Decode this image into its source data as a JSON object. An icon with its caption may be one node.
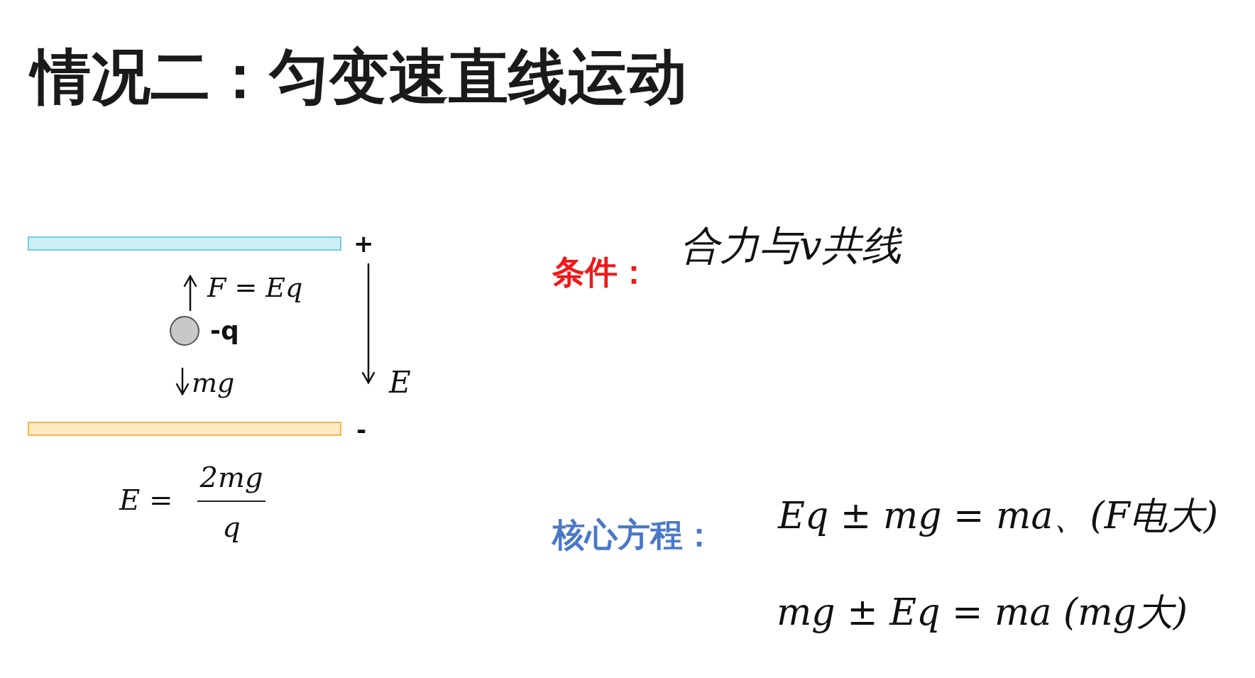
{
  "diagram": {
    "title": "情况二：匀变速直线运动",
    "nodes": [
      {
        "text": [],
        "shape": "bar",
        "beside": [
          "+"
        ]
      },
      {
        "text": [],
        "shape": "circle",
        "beside": [
          "-q"
        ]
      },
      {
        "text": [],
        "shape": "bar",
        "beside": [
          "-"
        ]
      }
    ],
    "labels": [
      "F = Eq",
      "mg",
      "E",
      "E =",
      "2mg",
      "q",
      "条件：",
      "合力与v共线",
      "核心方程：",
      "Eq ± mg = ma、(F电大)",
      "mg ± Eq = ma (mg大)"
    ]
  }
}
